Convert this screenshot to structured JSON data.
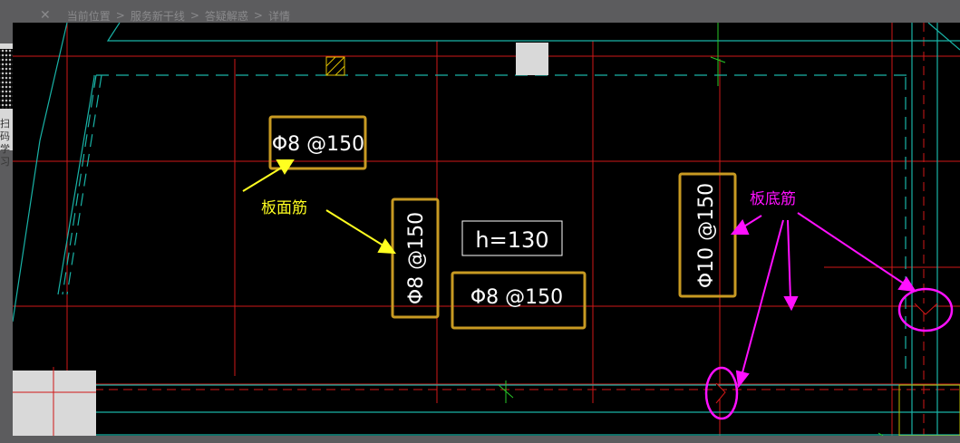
{
  "breadcrumb": {
    "items": [
      "当前位置",
      "服务新干线",
      "答疑解惑",
      "详情"
    ]
  },
  "sidebar": {
    "qr_caption": "扫码\n学习"
  },
  "drawing": {
    "top_slab_rebar_label": "板面筋",
    "bottom_slab_rebar_label": "板底筋",
    "slab_thickness": "h=130",
    "rebar_callouts": {
      "top_horizontal": "Φ8 @150",
      "middle_vertical": "Φ8 @150",
      "middle_horizontal": "Φ8 @150",
      "right_vertical": "Φ10 @150"
    }
  },
  "colors": {
    "grid_red": "#d01818",
    "wall_cyan": "#19b3a7",
    "dim_green": "#28c828",
    "highlight_gold": "#c89a22",
    "annotation_yellow": "#ffff20",
    "annotation_magenta": "#ff10ff"
  }
}
